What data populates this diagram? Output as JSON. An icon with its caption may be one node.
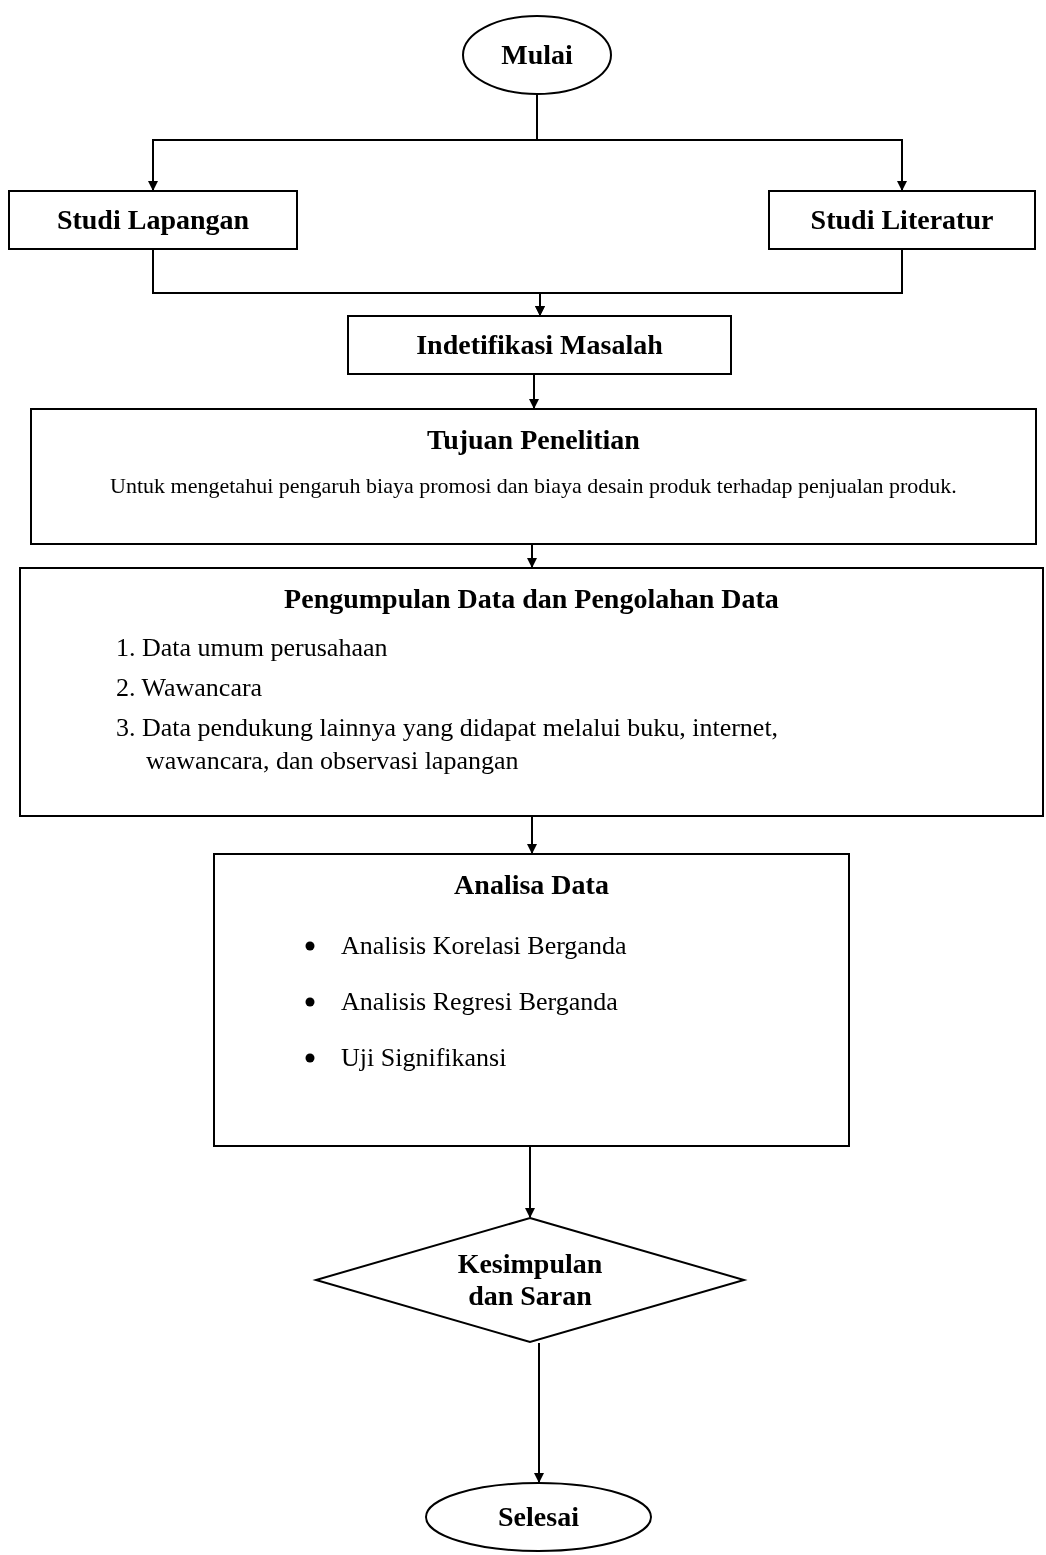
{
  "diagram": {
    "nodes": [
      {
        "text": [
          "Mulai"
        ]
      },
      {
        "text": [
          "Studi Lapangan"
        ]
      },
      {
        "text": [
          "Studi Literatur"
        ]
      },
      {
        "text": [
          "Indetifikasi Masalah"
        ]
      },
      {
        "text": [
          "Tujuan Penelitian",
          "Untuk mengetahui pengaruh biaya promosi dan biaya desain produk terhadap penjualan produk."
        ]
      },
      {
        "text": [
          "Pengumpulan Data dan Pengolahan Data",
          "1. Data umum perusahaan",
          "2. Wawancara",
          "3. Data pendukung lainnya yang didapat melalui buku, internet, wawancara, dan observasi lapangan"
        ]
      },
      {
        "text": [
          "Analisa Data",
          "Analisis Korelasi Berganda",
          "Analisis Regresi Berganda",
          "Uji Signifikansi"
        ]
      },
      {
        "text": [
          "Kesimpulan dan Saran"
        ]
      },
      {
        "text": [
          "Selesai"
        ]
      }
    ],
    "edges": [
      {
        "from": 0,
        "to": 1,
        "arrow": "to"
      },
      {
        "from": 0,
        "to": 2,
        "arrow": "to"
      },
      {
        "from": 1,
        "to": 3,
        "arrow": "to"
      },
      {
        "from": 2,
        "to": 3,
        "arrow": "to"
      },
      {
        "from": 3,
        "to": 4,
        "arrow": "to"
      },
      {
        "from": 4,
        "to": 5,
        "arrow": "to"
      },
      {
        "from": 5,
        "to": 6,
        "arrow": "to"
      },
      {
        "from": 6,
        "to": 7,
        "arrow": "to"
      },
      {
        "from": 7,
        "to": 8,
        "arrow": "to"
      }
    ]
  }
}
